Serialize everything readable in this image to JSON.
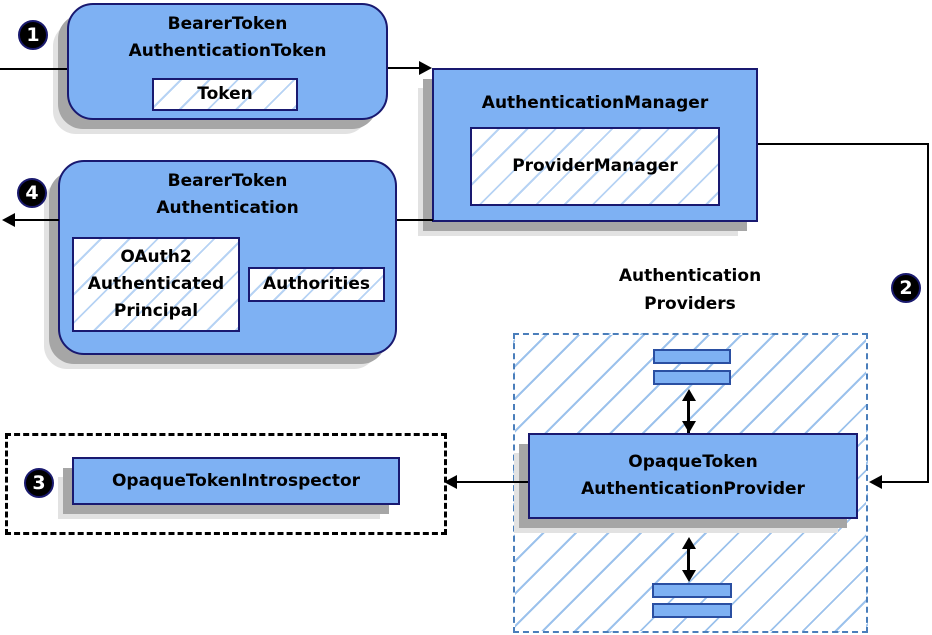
{
  "steps": {
    "step1": "1",
    "step2": "2",
    "step3": "3",
    "step4": "4"
  },
  "nodes": {
    "bearer_token_authentication_token": {
      "title_line1": "BearerToken",
      "title_line2": "AuthenticationToken",
      "token_label": "Token"
    },
    "authentication_manager": {
      "title": "AuthenticationManager",
      "provider_manager_label": "ProviderManager"
    },
    "bearer_token_authentication": {
      "title_line1": "BearerToken",
      "title_line2": "Authentication",
      "principal_line1": "OAuth2",
      "principal_line2": "Authenticated",
      "principal_line3": "Principal",
      "authorities_label": "Authorities"
    },
    "opaque_token_introspector": {
      "title": "OpaqueTokenIntrospector"
    },
    "authentication_providers": {
      "label_line1": "Authentication",
      "label_line2": "Providers",
      "provider_title_line1": "OpaqueToken",
      "provider_title_line2": "AuthenticationProvider"
    }
  },
  "colors": {
    "node_fill": "#7eb1f3",
    "node_border": "#191970",
    "bar_border": "#2a4fa2",
    "hatch_line": "#9cc2ec",
    "chip_hatch_line": "#b7d3f4",
    "providers_dashed_border": "#4a7ebb",
    "boundary_dashed_border": "#000000",
    "connector": "#000000",
    "shadow_dark": "#a6a6a6",
    "shadow_light": "#e2e2e2",
    "badge_bg": "#000000",
    "badge_text": "#ffffff"
  }
}
